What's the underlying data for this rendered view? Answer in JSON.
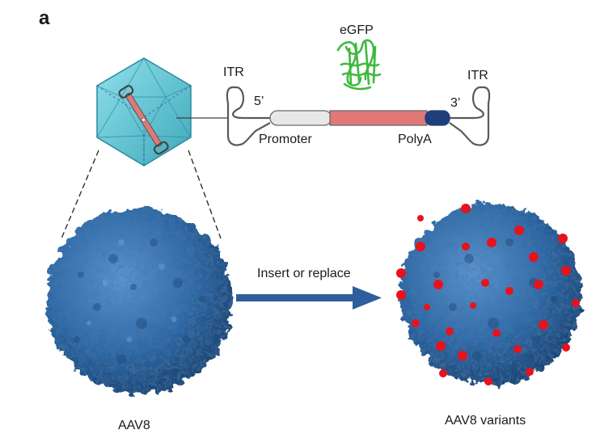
{
  "panel_label": "a",
  "labels": {
    "egfp": "eGFP",
    "itr_left": "ITR",
    "itr_right": "ITR",
    "five_prime": "5’",
    "three_prime": "3’",
    "promoter": "Promoter",
    "polya": "PolyA",
    "arrow": "Insert or replace",
    "aav8": "AAV8",
    "aav8_variants": "AAV8 variants"
  },
  "colors": {
    "capsid_blue": "#2e6aa8",
    "capsid_light": "#4d86c2",
    "capsid_dark": "#1d4878",
    "icosahedron": "#5fc3d2",
    "egfp_green": "#3fb93f",
    "insert_red": "#e8121c",
    "promoter_fill": "#e8e8e8",
    "transgene_fill": "#e07878",
    "polya_fill": "#1f3f7a",
    "arrow_blue": "#2e5e9c",
    "line": "#404040"
  },
  "icons": [
    "aav-icosahedron-icon",
    "egfp-protein-icon",
    "aav8-capsid-icon",
    "aav8-variant-capsid-icon"
  ]
}
